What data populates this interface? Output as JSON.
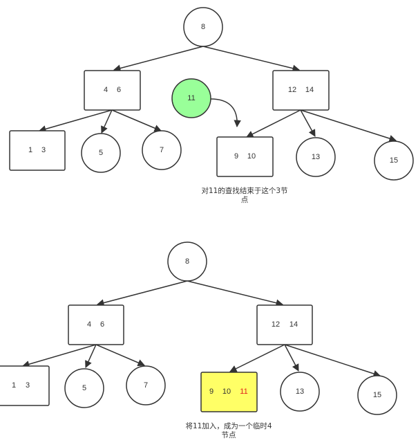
{
  "colors": {
    "stroke": "#333333",
    "search_node_fill": "#99ff99",
    "temp_node_fill": "#ffff66",
    "new_key_color": "#e0201e"
  },
  "diagram_top": {
    "root": {
      "keys": [
        "8"
      ]
    },
    "left": {
      "keys": [
        "4",
        "6"
      ]
    },
    "right": {
      "keys": [
        "12",
        "14"
      ]
    },
    "search_node": {
      "keys": [
        "11"
      ]
    },
    "leaves_left": [
      {
        "keys": [
          "1",
          "3"
        ]
      },
      {
        "keys": [
          "5"
        ]
      },
      {
        "keys": [
          "7"
        ]
      }
    ],
    "leaves_right": [
      {
        "keys": [
          "9",
          "10"
        ]
      },
      {
        "keys": [
          "13"
        ]
      },
      {
        "keys": [
          "15"
        ]
      }
    ],
    "caption_line1": "对11的查找结束于这个3节",
    "caption_line2": "点"
  },
  "diagram_bottom": {
    "root": {
      "keys": [
        "8"
      ]
    },
    "left": {
      "keys": [
        "4",
        "6"
      ]
    },
    "right": {
      "keys": [
        "12",
        "14"
      ]
    },
    "leaves_left": [
      {
        "keys": [
          "1",
          "3"
        ]
      },
      {
        "keys": [
          "5"
        ]
      },
      {
        "keys": [
          "7"
        ]
      }
    ],
    "temp_node": {
      "keys": [
        "9",
        "10"
      ],
      "new_key": "11"
    },
    "leaves_right": [
      {
        "keys": [
          "13"
        ]
      },
      {
        "keys": [
          "15"
        ]
      }
    ],
    "caption_line1": "将11加入，成为一个临时4",
    "caption_line2": "节点"
  }
}
